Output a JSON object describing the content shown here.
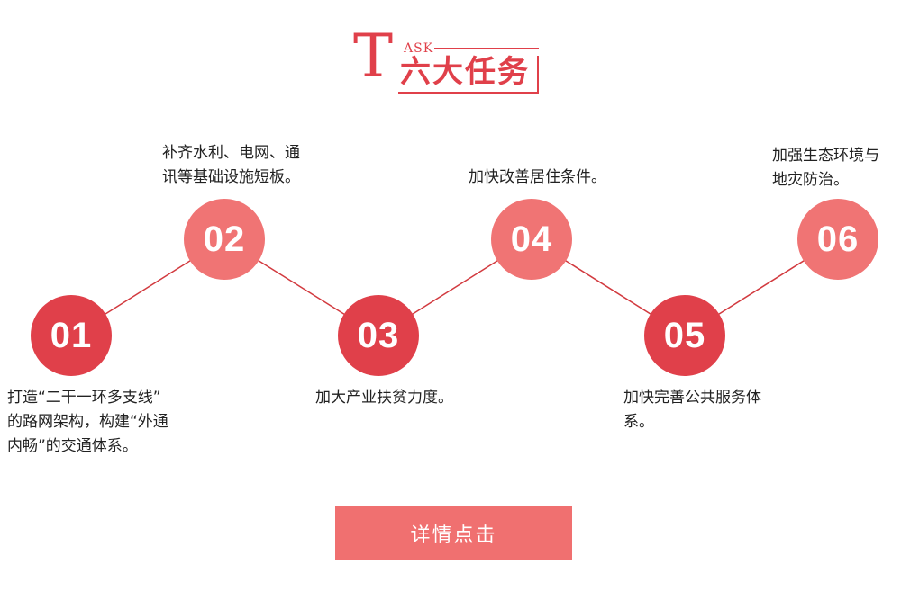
{
  "header": {
    "logo_letter": "T",
    "logo_small": "ASK",
    "title": "六大任务"
  },
  "steps": [
    {
      "number": "01",
      "text": "打造“二干一环多支线”\n的路网架构，构建“外通\n内畅”的交通体系。"
    },
    {
      "number": "02",
      "text": "补齐水利、电网、通\n讯等基础设施短板。"
    },
    {
      "number": "03",
      "text": "加大产业扶贫力度。"
    },
    {
      "number": "04",
      "text": "加快改善居住条件。"
    },
    {
      "number": "05",
      "text": "加快完善公共服务体\n系。"
    },
    {
      "number": "06",
      "text": "加强生态环境与\n地灾防治。"
    }
  ],
  "button": {
    "label": "详情点击"
  },
  "colors": {
    "accent_dark": "#e0404a",
    "accent_light": "#f07474",
    "line": "#d23a3f"
  }
}
